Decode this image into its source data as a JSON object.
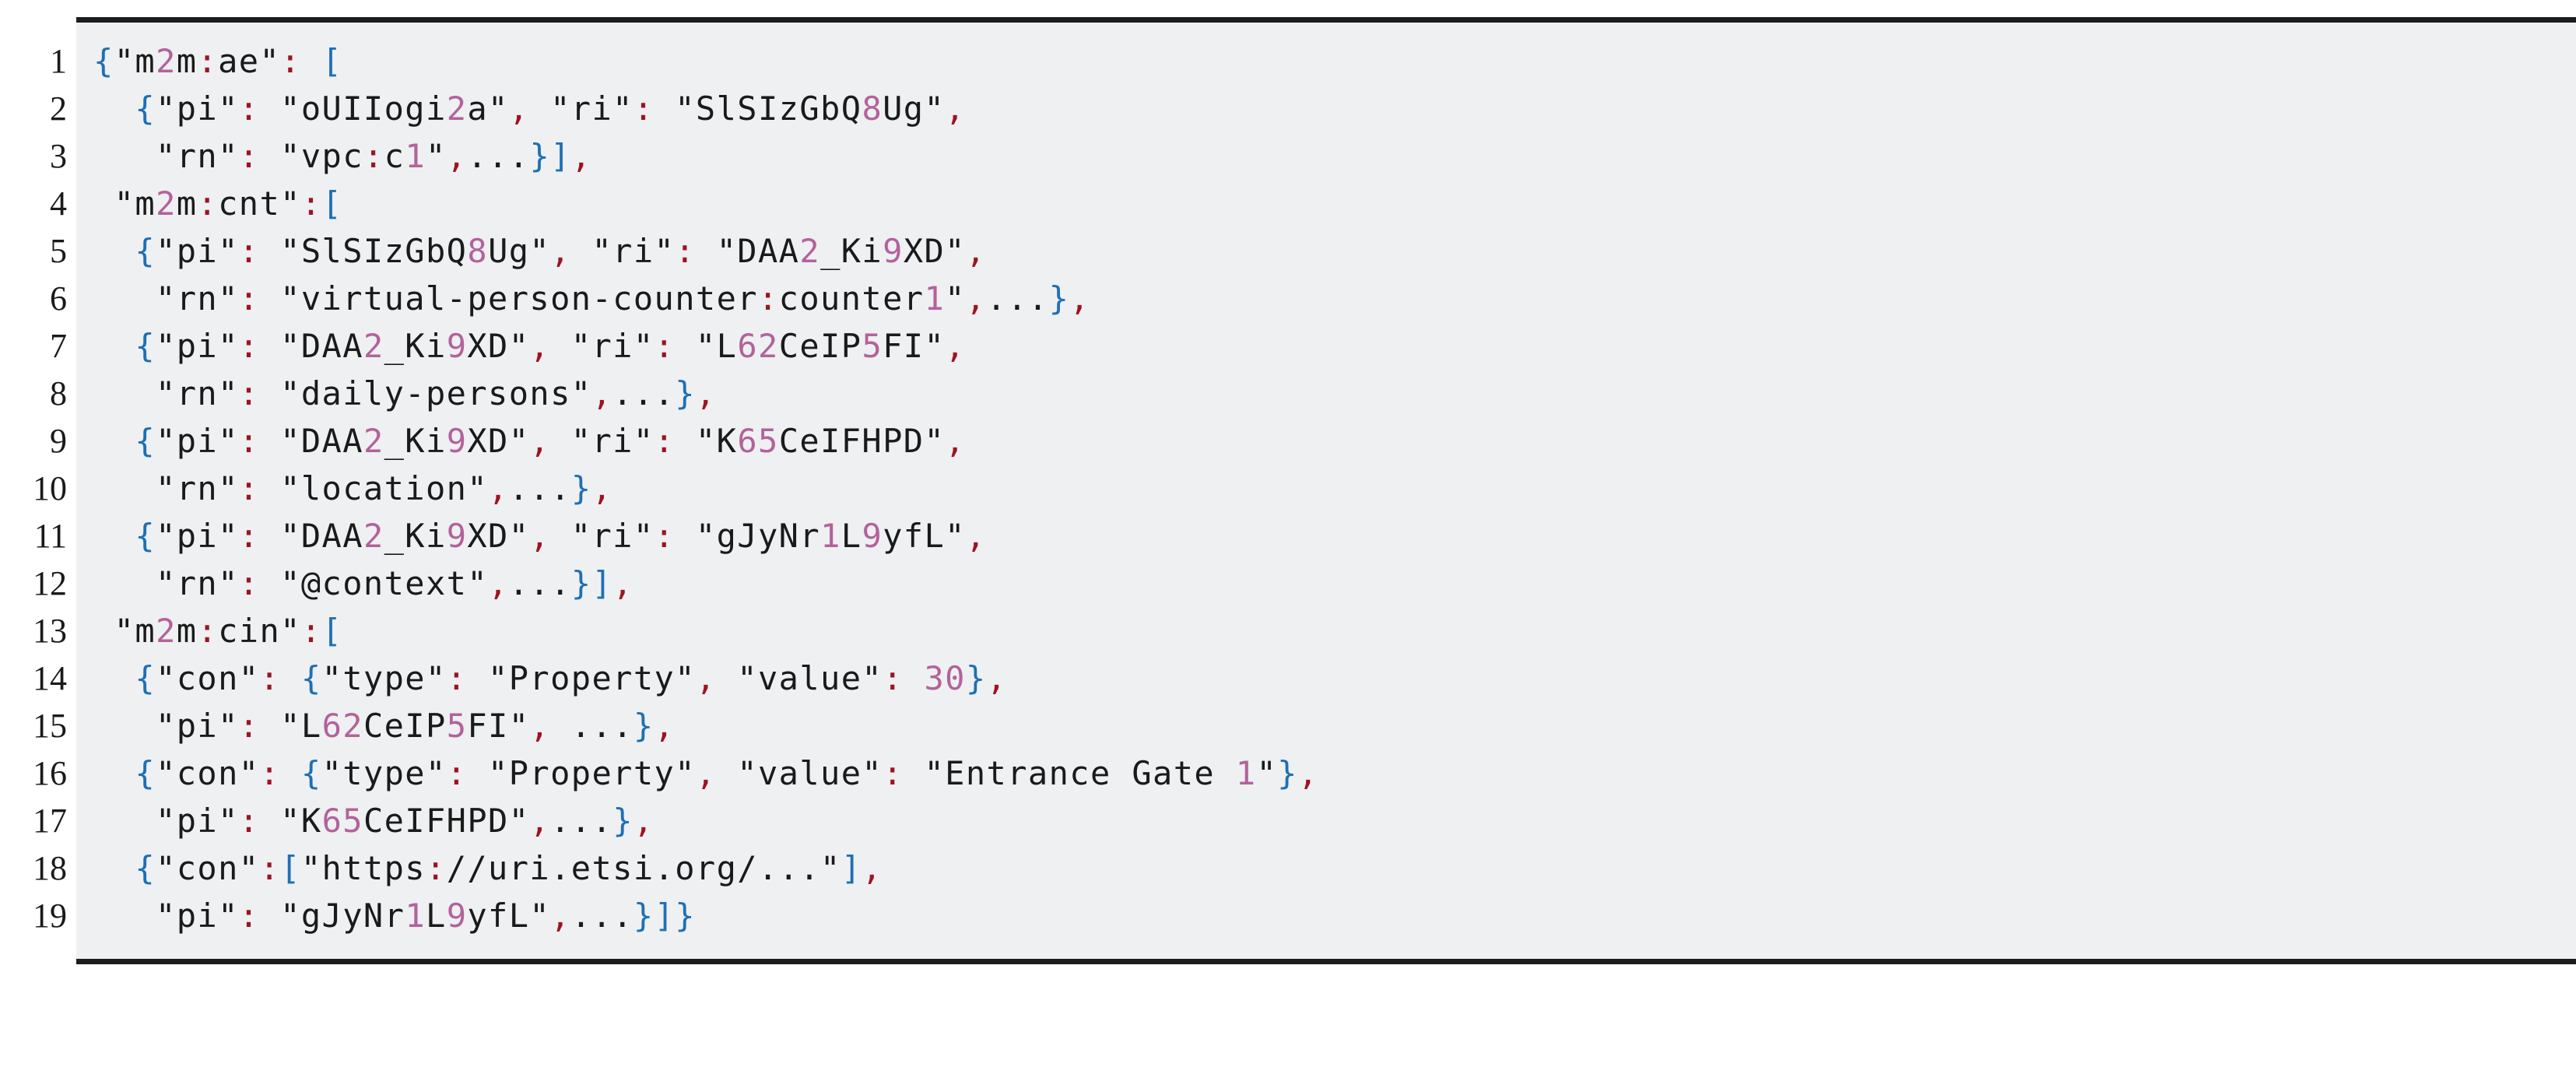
{
  "figure": {
    "name": "json-code-listing",
    "kind": "source-code-listing",
    "language": "JSON",
    "line_count": 19,
    "colors": {
      "background": "#eef0f2",
      "page": "#ffffff",
      "rule": "#1c1c1c",
      "text": "#1a1a1a",
      "brace": "#1f6fb4",
      "punctuation": "#9e1320",
      "number": "#b3629a"
    }
  },
  "line_numbers": [
    "1",
    "2",
    "3",
    "4",
    "5",
    "6",
    "7",
    "8",
    "9",
    "10",
    "11",
    "12",
    "13",
    "14",
    "15",
    "16",
    "17",
    "18",
    "19"
  ],
  "code_lines": [
    {
      "n": "1",
      "text": "{\"m2m:ae\": [",
      "tokens": [
        {
          "t": "{",
          "c": "brace"
        },
        {
          "t": "\"m",
          "c": "plain"
        },
        {
          "t": "2",
          "c": "num"
        },
        {
          "t": "m",
          "c": "plain"
        },
        {
          "t": ":",
          "c": "punct"
        },
        {
          "t": "ae\"",
          "c": "plain"
        },
        {
          "t": ":",
          "c": "punct"
        },
        {
          "t": " ",
          "c": "plain"
        },
        {
          "t": "[",
          "c": "brace"
        }
      ]
    },
    {
      "n": "2",
      "text": "  {\"pi\": \"oUIIogi2a\", \"ri\": \"SlSIzGbQ8Ug\",",
      "tokens": [
        {
          "t": "  ",
          "c": "plain"
        },
        {
          "t": "{",
          "c": "brace"
        },
        {
          "t": "\"pi\"",
          "c": "plain"
        },
        {
          "t": ":",
          "c": "punct"
        },
        {
          "t": " \"oUIIogi",
          "c": "plain"
        },
        {
          "t": "2",
          "c": "num"
        },
        {
          "t": "a\"",
          "c": "plain"
        },
        {
          "t": ",",
          "c": "punct"
        },
        {
          "t": " \"ri\"",
          "c": "plain"
        },
        {
          "t": ":",
          "c": "punct"
        },
        {
          "t": " \"SlSIzGbQ",
          "c": "plain"
        },
        {
          "t": "8",
          "c": "num"
        },
        {
          "t": "Ug\"",
          "c": "plain"
        },
        {
          "t": ",",
          "c": "punct"
        }
      ]
    },
    {
      "n": "3",
      "text": "   \"rn\": \"vpc:c1\",...}],",
      "tokens": [
        {
          "t": "   \"rn\"",
          "c": "plain"
        },
        {
          "t": ":",
          "c": "punct"
        },
        {
          "t": " \"vpc",
          "c": "plain"
        },
        {
          "t": ":",
          "c": "punct"
        },
        {
          "t": "c",
          "c": "plain"
        },
        {
          "t": "1",
          "c": "num"
        },
        {
          "t": "\"",
          "c": "plain"
        },
        {
          "t": ",",
          "c": "punct"
        },
        {
          "t": "...",
          "c": "plain"
        },
        {
          "t": "}",
          "c": "brace"
        },
        {
          "t": "]",
          "c": "brace"
        },
        {
          "t": ",",
          "c": "punct"
        }
      ]
    },
    {
      "n": "4",
      "text": " \"m2m:cnt\":[",
      "tokens": [
        {
          "t": " \"m",
          "c": "plain"
        },
        {
          "t": "2",
          "c": "num"
        },
        {
          "t": "m",
          "c": "plain"
        },
        {
          "t": ":",
          "c": "punct"
        },
        {
          "t": "cnt\"",
          "c": "plain"
        },
        {
          "t": ":",
          "c": "punct"
        },
        {
          "t": "[",
          "c": "brace"
        }
      ]
    },
    {
      "n": "5",
      "text": "  {\"pi\": \"SlSIzGbQ8Ug\", \"ri\": \"DAA2_Ki9XD\",",
      "tokens": [
        {
          "t": "  ",
          "c": "plain"
        },
        {
          "t": "{",
          "c": "brace"
        },
        {
          "t": "\"pi\"",
          "c": "plain"
        },
        {
          "t": ":",
          "c": "punct"
        },
        {
          "t": " \"SlSIzGbQ",
          "c": "plain"
        },
        {
          "t": "8",
          "c": "num"
        },
        {
          "t": "Ug\"",
          "c": "plain"
        },
        {
          "t": ",",
          "c": "punct"
        },
        {
          "t": " \"ri\"",
          "c": "plain"
        },
        {
          "t": ":",
          "c": "punct"
        },
        {
          "t": " \"DAA",
          "c": "plain"
        },
        {
          "t": "2",
          "c": "num"
        },
        {
          "t": "_Ki",
          "c": "plain"
        },
        {
          "t": "9",
          "c": "num"
        },
        {
          "t": "XD\"",
          "c": "plain"
        },
        {
          "t": ",",
          "c": "punct"
        }
      ]
    },
    {
      "n": "6",
      "text": "   \"rn\": \"virtual-person-counter:counter1\",...},",
      "tokens": [
        {
          "t": "   \"rn\"",
          "c": "plain"
        },
        {
          "t": ":",
          "c": "punct"
        },
        {
          "t": " \"virtual-person-counter",
          "c": "plain"
        },
        {
          "t": ":",
          "c": "punct"
        },
        {
          "t": "counter",
          "c": "plain"
        },
        {
          "t": "1",
          "c": "num"
        },
        {
          "t": "\"",
          "c": "plain"
        },
        {
          "t": ",",
          "c": "punct"
        },
        {
          "t": "...",
          "c": "plain"
        },
        {
          "t": "}",
          "c": "brace"
        },
        {
          "t": ",",
          "c": "punct"
        }
      ]
    },
    {
      "n": "7",
      "text": "  {\"pi\": \"DAA2_Ki9XD\", \"ri\": \"L62CeIP5FI\",",
      "tokens": [
        {
          "t": "  ",
          "c": "plain"
        },
        {
          "t": "{",
          "c": "brace"
        },
        {
          "t": "\"pi\"",
          "c": "plain"
        },
        {
          "t": ":",
          "c": "punct"
        },
        {
          "t": " \"DAA",
          "c": "plain"
        },
        {
          "t": "2",
          "c": "num"
        },
        {
          "t": "_Ki",
          "c": "plain"
        },
        {
          "t": "9",
          "c": "num"
        },
        {
          "t": "XD\"",
          "c": "plain"
        },
        {
          "t": ",",
          "c": "punct"
        },
        {
          "t": " \"ri\"",
          "c": "plain"
        },
        {
          "t": ":",
          "c": "punct"
        },
        {
          "t": " \"L",
          "c": "plain"
        },
        {
          "t": "62",
          "c": "num"
        },
        {
          "t": "CeIP",
          "c": "plain"
        },
        {
          "t": "5",
          "c": "num"
        },
        {
          "t": "FI\"",
          "c": "plain"
        },
        {
          "t": ",",
          "c": "punct"
        }
      ]
    },
    {
      "n": "8",
      "text": "   \"rn\": \"daily-persons\",...},",
      "tokens": [
        {
          "t": "   \"rn\"",
          "c": "plain"
        },
        {
          "t": ":",
          "c": "punct"
        },
        {
          "t": " \"daily-persons\"",
          "c": "plain"
        },
        {
          "t": ",",
          "c": "punct"
        },
        {
          "t": "...",
          "c": "plain"
        },
        {
          "t": "}",
          "c": "brace"
        },
        {
          "t": ",",
          "c": "punct"
        }
      ]
    },
    {
      "n": "9",
      "text": "  {\"pi\": \"DAA2_Ki9XD\", \"ri\": \"K65CeIFHPD\",",
      "tokens": [
        {
          "t": "  ",
          "c": "plain"
        },
        {
          "t": "{",
          "c": "brace"
        },
        {
          "t": "\"pi\"",
          "c": "plain"
        },
        {
          "t": ":",
          "c": "punct"
        },
        {
          "t": " \"DAA",
          "c": "plain"
        },
        {
          "t": "2",
          "c": "num"
        },
        {
          "t": "_Ki",
          "c": "plain"
        },
        {
          "t": "9",
          "c": "num"
        },
        {
          "t": "XD\"",
          "c": "plain"
        },
        {
          "t": ",",
          "c": "punct"
        },
        {
          "t": " \"ri\"",
          "c": "plain"
        },
        {
          "t": ":",
          "c": "punct"
        },
        {
          "t": " \"K",
          "c": "plain"
        },
        {
          "t": "65",
          "c": "num"
        },
        {
          "t": "CeIFHPD\"",
          "c": "plain"
        },
        {
          "t": ",",
          "c": "punct"
        }
      ]
    },
    {
      "n": "10",
      "text": "   \"rn\": \"location\",...},",
      "tokens": [
        {
          "t": "   \"rn\"",
          "c": "plain"
        },
        {
          "t": ":",
          "c": "punct"
        },
        {
          "t": " \"location\"",
          "c": "plain"
        },
        {
          "t": ",",
          "c": "punct"
        },
        {
          "t": "...",
          "c": "plain"
        },
        {
          "t": "}",
          "c": "brace"
        },
        {
          "t": ",",
          "c": "punct"
        }
      ]
    },
    {
      "n": "11",
      "text": "  {\"pi\": \"DAA2_Ki9XD\", \"ri\": \"gJyNr1L9yfL\",",
      "tokens": [
        {
          "t": "  ",
          "c": "plain"
        },
        {
          "t": "{",
          "c": "brace"
        },
        {
          "t": "\"pi\"",
          "c": "plain"
        },
        {
          "t": ":",
          "c": "punct"
        },
        {
          "t": " \"DAA",
          "c": "plain"
        },
        {
          "t": "2",
          "c": "num"
        },
        {
          "t": "_Ki",
          "c": "plain"
        },
        {
          "t": "9",
          "c": "num"
        },
        {
          "t": "XD\"",
          "c": "plain"
        },
        {
          "t": ",",
          "c": "punct"
        },
        {
          "t": " \"ri\"",
          "c": "plain"
        },
        {
          "t": ":",
          "c": "punct"
        },
        {
          "t": " \"gJyNr",
          "c": "plain"
        },
        {
          "t": "1",
          "c": "num"
        },
        {
          "t": "L",
          "c": "plain"
        },
        {
          "t": "9",
          "c": "num"
        },
        {
          "t": "yfL\"",
          "c": "plain"
        },
        {
          "t": ",",
          "c": "punct"
        }
      ]
    },
    {
      "n": "12",
      "text": "   \"rn\": \"@context\",...}],",
      "tokens": [
        {
          "t": "   \"rn\"",
          "c": "plain"
        },
        {
          "t": ":",
          "c": "punct"
        },
        {
          "t": " \"@context\"",
          "c": "plain"
        },
        {
          "t": ",",
          "c": "punct"
        },
        {
          "t": "...",
          "c": "plain"
        },
        {
          "t": "}",
          "c": "brace"
        },
        {
          "t": "]",
          "c": "brace"
        },
        {
          "t": ",",
          "c": "punct"
        }
      ]
    },
    {
      "n": "13",
      "text": " \"m2m:cin\":[",
      "tokens": [
        {
          "t": " \"m",
          "c": "plain"
        },
        {
          "t": "2",
          "c": "num"
        },
        {
          "t": "m",
          "c": "plain"
        },
        {
          "t": ":",
          "c": "punct"
        },
        {
          "t": "cin\"",
          "c": "plain"
        },
        {
          "t": ":",
          "c": "punct"
        },
        {
          "t": "[",
          "c": "brace"
        }
      ]
    },
    {
      "n": "14",
      "text": "  {\"con\": {\"type\": \"Property\", \"value\": 30},",
      "tokens": [
        {
          "t": "  ",
          "c": "plain"
        },
        {
          "t": "{",
          "c": "brace"
        },
        {
          "t": "\"con\"",
          "c": "plain"
        },
        {
          "t": ":",
          "c": "punct"
        },
        {
          "t": " ",
          "c": "plain"
        },
        {
          "t": "{",
          "c": "brace"
        },
        {
          "t": "\"type\"",
          "c": "plain"
        },
        {
          "t": ":",
          "c": "punct"
        },
        {
          "t": " \"Property\"",
          "c": "plain"
        },
        {
          "t": ",",
          "c": "punct"
        },
        {
          "t": " \"value\"",
          "c": "plain"
        },
        {
          "t": ":",
          "c": "punct"
        },
        {
          "t": " ",
          "c": "plain"
        },
        {
          "t": "30",
          "c": "num"
        },
        {
          "t": "}",
          "c": "brace"
        },
        {
          "t": ",",
          "c": "punct"
        }
      ]
    },
    {
      "n": "15",
      "text": "   \"pi\": \"L62CeIP5FI\", ...},",
      "tokens": [
        {
          "t": "   \"pi\"",
          "c": "plain"
        },
        {
          "t": ":",
          "c": "punct"
        },
        {
          "t": " \"L",
          "c": "plain"
        },
        {
          "t": "62",
          "c": "num"
        },
        {
          "t": "CeIP",
          "c": "plain"
        },
        {
          "t": "5",
          "c": "num"
        },
        {
          "t": "FI\"",
          "c": "plain"
        },
        {
          "t": ",",
          "c": "punct"
        },
        {
          "t": " ...",
          "c": "plain"
        },
        {
          "t": "}",
          "c": "brace"
        },
        {
          "t": ",",
          "c": "punct"
        }
      ]
    },
    {
      "n": "16",
      "text": "  {\"con\": {\"type\": \"Property\", \"value\": \"Entrance Gate 1\"},",
      "tokens": [
        {
          "t": "  ",
          "c": "plain"
        },
        {
          "t": "{",
          "c": "brace"
        },
        {
          "t": "\"con\"",
          "c": "plain"
        },
        {
          "t": ":",
          "c": "punct"
        },
        {
          "t": " ",
          "c": "plain"
        },
        {
          "t": "{",
          "c": "brace"
        },
        {
          "t": "\"type\"",
          "c": "plain"
        },
        {
          "t": ":",
          "c": "punct"
        },
        {
          "t": " \"Property\"",
          "c": "plain"
        },
        {
          "t": ",",
          "c": "punct"
        },
        {
          "t": " \"value\"",
          "c": "plain"
        },
        {
          "t": ":",
          "c": "punct"
        },
        {
          "t": " \"Entrance Gate ",
          "c": "plain"
        },
        {
          "t": "1",
          "c": "num"
        },
        {
          "t": "\"",
          "c": "plain"
        },
        {
          "t": "}",
          "c": "brace"
        },
        {
          "t": ",",
          "c": "punct"
        }
      ]
    },
    {
      "n": "17",
      "text": "   \"pi\": \"K65CeIFHPD\",...},",
      "tokens": [
        {
          "t": "   \"pi\"",
          "c": "plain"
        },
        {
          "t": ":",
          "c": "punct"
        },
        {
          "t": " \"K",
          "c": "plain"
        },
        {
          "t": "65",
          "c": "num"
        },
        {
          "t": "CeIFHPD\"",
          "c": "plain"
        },
        {
          "t": ",",
          "c": "punct"
        },
        {
          "t": "...",
          "c": "plain"
        },
        {
          "t": "}",
          "c": "brace"
        },
        {
          "t": ",",
          "c": "punct"
        }
      ]
    },
    {
      "n": "18",
      "text": "  {\"con\":[\"https://uri.etsi.org/...\"],",
      "tokens": [
        {
          "t": "  ",
          "c": "plain"
        },
        {
          "t": "{",
          "c": "brace"
        },
        {
          "t": "\"con\"",
          "c": "plain"
        },
        {
          "t": ":",
          "c": "punct"
        },
        {
          "t": "[",
          "c": "brace"
        },
        {
          "t": "\"https",
          "c": "plain"
        },
        {
          "t": ":",
          "c": "punct"
        },
        {
          "t": "//uri.etsi.org/...\"",
          "c": "plain"
        },
        {
          "t": "]",
          "c": "brace"
        },
        {
          "t": ",",
          "c": "punct"
        }
      ]
    },
    {
      "n": "19",
      "text": "   \"pi\": \"gJyNr1L9yfL\",...}]}",
      "tokens": [
        {
          "t": "   \"pi\"",
          "c": "plain"
        },
        {
          "t": ":",
          "c": "punct"
        },
        {
          "t": " \"gJyNr",
          "c": "plain"
        },
        {
          "t": "1",
          "c": "num"
        },
        {
          "t": "L",
          "c": "plain"
        },
        {
          "t": "9",
          "c": "num"
        },
        {
          "t": "yfL\"",
          "c": "plain"
        },
        {
          "t": ",",
          "c": "punct"
        },
        {
          "t": "...",
          "c": "plain"
        },
        {
          "t": "}",
          "c": "brace"
        },
        {
          "t": "]",
          "c": "brace"
        },
        {
          "t": "}",
          "c": "brace"
        }
      ]
    }
  ]
}
